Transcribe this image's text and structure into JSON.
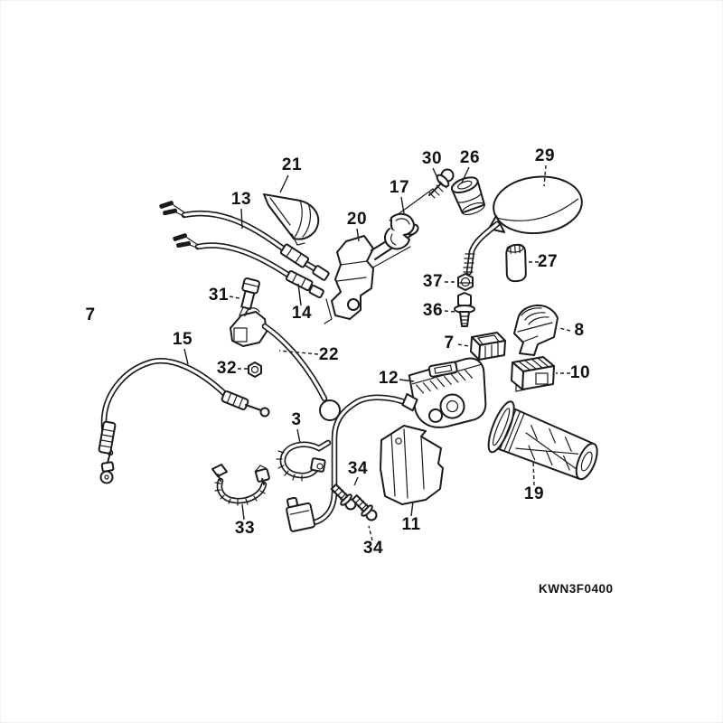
{
  "diagram": {
    "title": "handle-lever-switch-cable-parts-diagram",
    "code": "KWN3F0400",
    "figure_label": "7",
    "colors": {
      "background": "#ffffff",
      "line": "#1b1b1b",
      "text": "#111111"
    }
  },
  "callouts": [
    {
      "num": "21",
      "drawing": "rubber-boot-cover"
    },
    {
      "num": "13",
      "drawing": "switch-wire-upper"
    },
    {
      "num": "30",
      "drawing": "screw"
    },
    {
      "num": "26",
      "drawing": "cap-cylinder"
    },
    {
      "num": "29",
      "drawing": "mirror"
    },
    {
      "num": "17",
      "drawing": "clamp-bracket"
    },
    {
      "num": "20",
      "drawing": "lever-bracket-assembly"
    },
    {
      "num": "27",
      "drawing": "rubber-cap"
    },
    {
      "num": "37",
      "drawing": "hex-nut"
    },
    {
      "num": "36",
      "drawing": "adapter-bolt"
    },
    {
      "num": "8",
      "drawing": "lever-bracket"
    },
    {
      "num": "7",
      "drawing": "switch-unit"
    },
    {
      "num": "10",
      "drawing": "connector-block"
    },
    {
      "num": "31",
      "drawing": "pivot-bolt"
    },
    {
      "num": "14",
      "drawing": "switch-wire-lower"
    },
    {
      "num": "15",
      "drawing": "cable"
    },
    {
      "num": "22",
      "drawing": "handle-lever"
    },
    {
      "num": "32",
      "drawing": "pivot-nut"
    },
    {
      "num": "12",
      "drawing": "switch-housing"
    },
    {
      "num": "3",
      "drawing": "cable-clamp-hook"
    },
    {
      "num": "19",
      "drawing": "handle-grip"
    },
    {
      "num": "34",
      "drawing": "screw-upper"
    },
    {
      "num": "33",
      "drawing": "cable-clamp-band"
    },
    {
      "num": "11",
      "drawing": "housing-cover"
    },
    {
      "num": "34",
      "drawing": "screw-lower"
    }
  ]
}
